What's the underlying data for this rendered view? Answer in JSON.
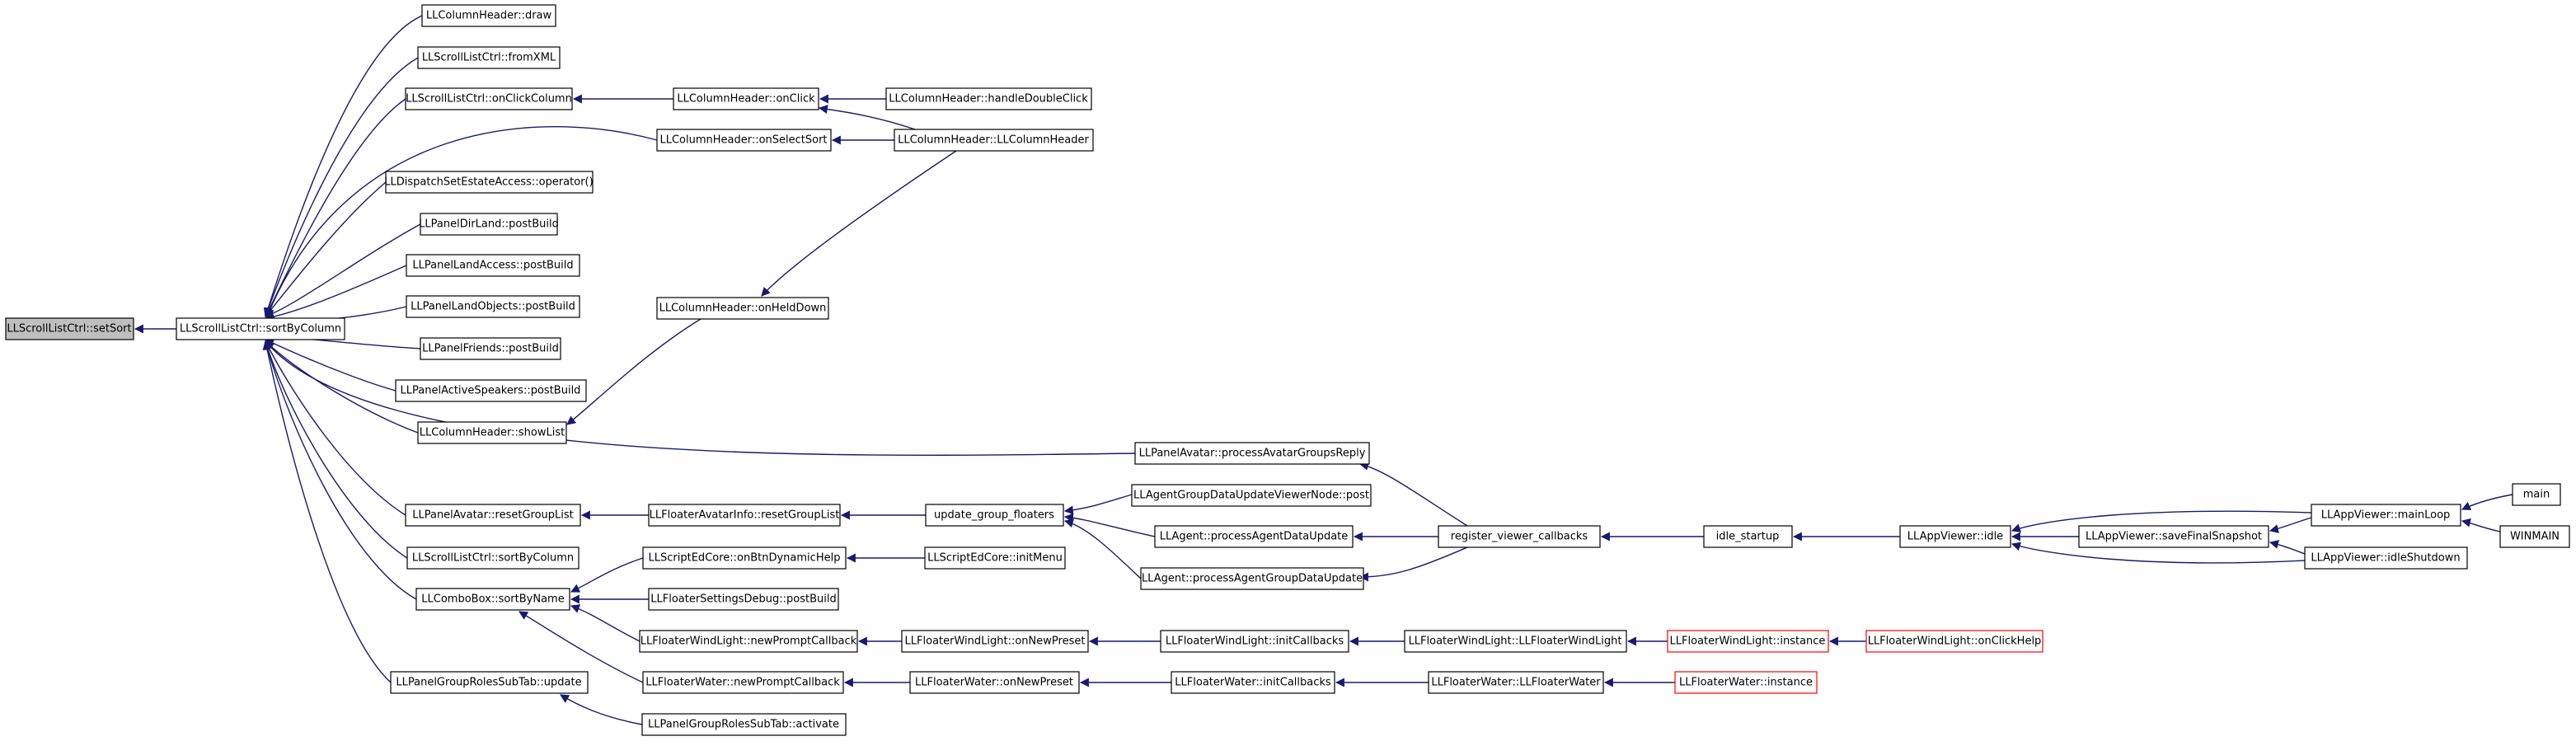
{
  "diagram": {
    "kind": "doxygen-caller-graph",
    "colors": {
      "edge": "#191970",
      "node_border": "#000000",
      "root_fill": "#bfbfbf",
      "truncated_border": "#ff0000"
    },
    "nodes": {
      "n_setSort": "LLScrollListCtrl::setSort",
      "n_sortByColumn": "LLScrollListCtrl::sortByColumn",
      "n_draw": "LLColumnHeader::draw",
      "n_fromXML": "LLScrollListCtrl::fromXML",
      "n_onClickColumn": "LLScrollListCtrl::onClickColumn",
      "n_dispatchEstate": "LLDispatchSetEstateAccess::operator()",
      "n_dirLand": "LLPanelDirLand::postBuild",
      "n_landAccess": "LLPanelLandAccess::postBuild",
      "n_landObjects": "LLPanelLandObjects::postBuild",
      "n_friends": "LLPanelFriends::postBuild",
      "n_activeSpeakers": "LLPanelActiveSpeakers::postBuild",
      "n_showList": "LLColumnHeader::showList",
      "n_resetGroupList": "LLPanelAvatar::resetGroupList",
      "n_sortByColumn2": "LLScrollListCtrl::sortByColumn",
      "n_comboSortByName": "LLComboBox::sortByName",
      "n_groupRolesUpdate": "LLPanelGroupRolesSubTab::update",
      "n_colOnClick": "LLColumnHeader::onClick",
      "n_onSelectSort": "LLColumnHeader::onSelectSort",
      "n_onHeldDown": "LLColumnHeader::onHeldDown",
      "n_handleDoubleClick": "LLColumnHeader::handleDoubleClick",
      "n_colHeaderCtor": "LLColumnHeader::LLColumnHeader",
      "n_procAvatarGroupsReply": "LLPanelAvatar::processAvatarGroupsReply",
      "n_agentGroupViewerNode": "LLAgentGroupDataUpdateViewerNode::post",
      "n_procAgentData": "LLAgent::processAgentDataUpdate",
      "n_procAgentGroupData": "LLAgent::processAgentGroupDataUpdate",
      "n_floaterAvatarReset": "LLFloaterAvatarInfo::resetGroupList",
      "n_updateGroupFloaters": "update_group_floaters",
      "n_scriptEdDynHelp": "LLScriptEdCore::onBtnDynamicHelp",
      "n_scriptEdInitMenu": "LLScriptEdCore::initMenu",
      "n_settingsDebug": "LLFloaterSettingsDebug::postBuild",
      "n_wlNewPrompt": "LLFloaterWindLight::newPromptCallback",
      "n_waterNewPrompt": "LLFloaterWater::newPromptCallback",
      "n_groupRolesActivate": "LLPanelGroupRolesSubTab::activate",
      "n_wlOnNewPreset": "LLFloaterWindLight::onNewPreset",
      "n_waterOnNewPreset": "LLFloaterWater::onNewPreset",
      "n_wlInitCallbacks": "LLFloaterWindLight::initCallbacks",
      "n_waterInitCallbacks": "LLFloaterWater::initCallbacks",
      "n_wlCtor": "LLFloaterWindLight::LLFloaterWindLight",
      "n_waterCtor": "LLFloaterWater::LLFloaterWater",
      "n_wlInstance": "LLFloaterWindLight::instance",
      "n_wlOnClickHelp": "LLFloaterWindLight::onClickHelp",
      "n_waterInstance": "LLFloaterWater::instance",
      "n_registerCallbacks": "register_viewer_callbacks",
      "n_idleStartup": "idle_startup",
      "n_appIdle": "LLAppViewer::idle",
      "n_saveFinalSnapshot": "LLAppViewer::saveFinalSnapshot",
      "n_mainLoop": "LLAppViewer::mainLoop",
      "n_idleShutdown": "LLAppViewer::idleShutdown",
      "n_main": "main",
      "n_winmain": "WINMAIN"
    }
  }
}
